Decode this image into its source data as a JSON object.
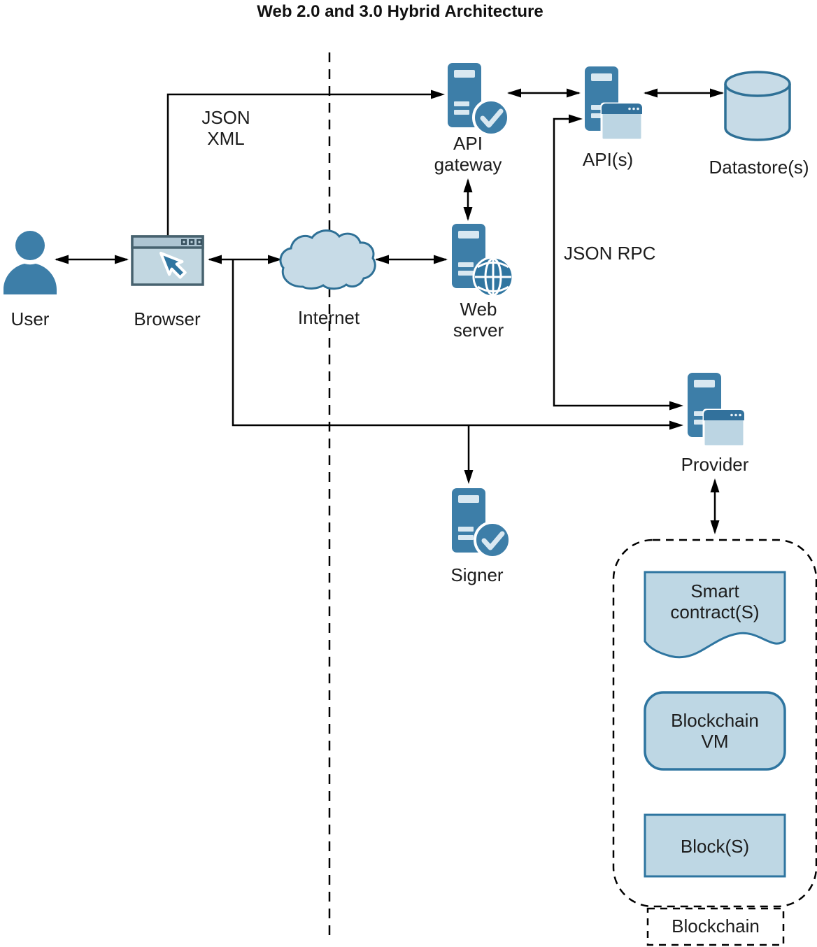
{
  "title": "Web 2.0 and 3.0 Hybrid Architecture",
  "nodes": {
    "user": {
      "label": "User",
      "icon": "user-icon"
    },
    "browser": {
      "label": "Browser",
      "icon": "browser-icon"
    },
    "internet": {
      "label": "Internet",
      "icon": "cloud-icon"
    },
    "web_server": {
      "label": "Web\nserver",
      "icon": "server-globe-icon"
    },
    "api_gateway": {
      "label": "API\ngateway",
      "icon": "server-check-icon"
    },
    "apis": {
      "label": "API(s)",
      "icon": "server-window-icon"
    },
    "datastore": {
      "label": "Datastore(s)",
      "icon": "database-cylinder-icon"
    },
    "signer": {
      "label": "Signer",
      "icon": "server-check-icon"
    },
    "provider": {
      "label": "Provider",
      "icon": "server-window-icon"
    }
  },
  "connection_labels": {
    "json_xml": "JSON\nXML",
    "json_rpc": "JSON RPC"
  },
  "blockchain": {
    "label": "Blockchain",
    "items": [
      {
        "label": "Smart\ncontract(S)",
        "shape": "document"
      },
      {
        "label": "Blockchain\nVM",
        "shape": "rounded-rect"
      },
      {
        "label": "Block(S)",
        "shape": "rect"
      }
    ]
  },
  "colors": {
    "server_blue": "#3d7ea8",
    "deep_blue": "#2f75a0",
    "outline_blue": "#2e7096",
    "light_fill": "#c7dbe7",
    "shape_fill": "#bed7e4",
    "bar_light": "#d9e8f1",
    "badge_body": "#bcd5e3",
    "line_black": "#000000"
  }
}
